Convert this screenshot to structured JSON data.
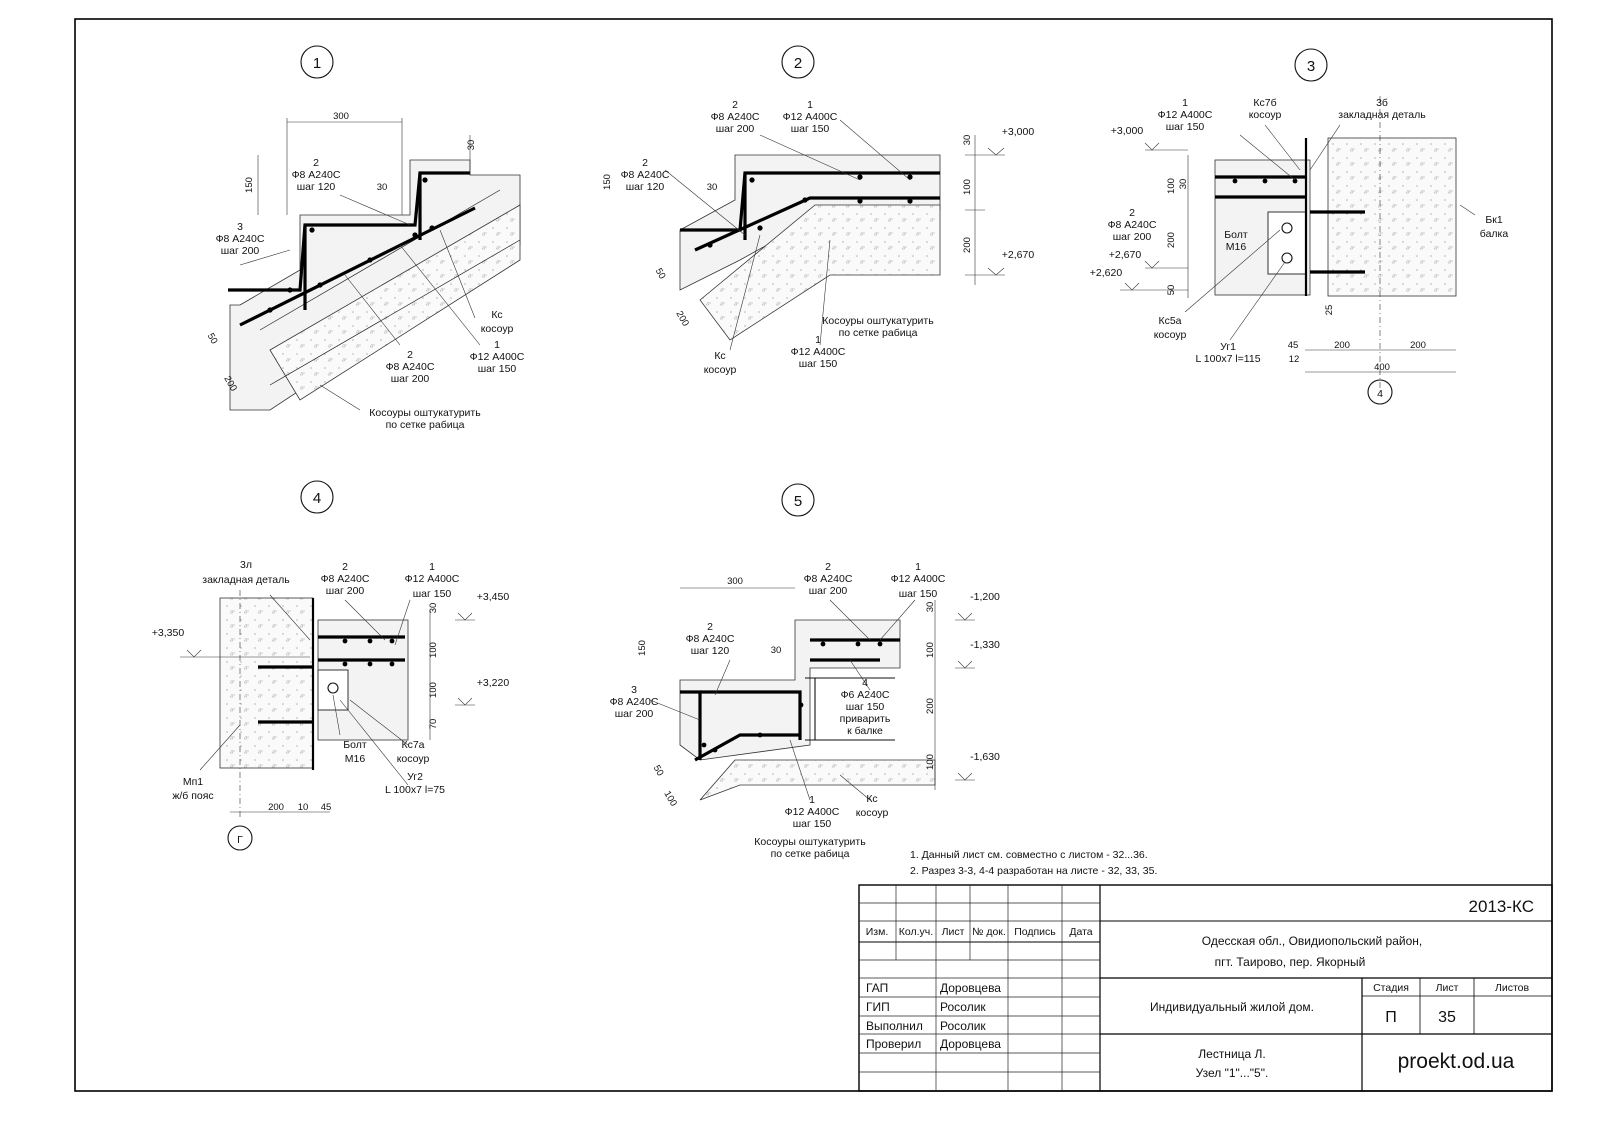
{
  "details": [
    {
      "id": "1",
      "labels": [
        {
          "k": "d300",
          "t": "300"
        },
        {
          "k": "d150",
          "t": "150"
        },
        {
          "k": "d30a",
          "t": "30"
        },
        {
          "k": "d30b",
          "t": "30"
        },
        {
          "k": "p2a",
          "t": "2"
        },
        {
          "k": "p2a1",
          "t": "Ф8 А240С"
        },
        {
          "k": "p2a2",
          "t": "шаг 120"
        },
        {
          "k": "p3",
          "t": "3"
        },
        {
          "k": "p31",
          "t": "Ф8 А240С"
        },
        {
          "k": "p32",
          "t": "шаг 200"
        },
        {
          "k": "pkc",
          "t": "Кс"
        },
        {
          "k": "pkc2",
          "t": "косоур"
        },
        {
          "k": "p1",
          "t": "1"
        },
        {
          "k": "p11",
          "t": "Ф12 А400С"
        },
        {
          "k": "p12",
          "t": "шаг 150"
        },
        {
          "k": "p2b",
          "t": "2"
        },
        {
          "k": "p2b1",
          "t": "Ф8 А240С"
        },
        {
          "k": "p2b2",
          "t": "шаг 200"
        },
        {
          "k": "d50",
          "t": "50"
        },
        {
          "k": "d200",
          "t": "200"
        },
        {
          "k": "note1",
          "t": "Косоуры оштукатурить"
        },
        {
          "k": "note2",
          "t": "по сетке рабица"
        }
      ]
    },
    {
      "id": "2",
      "labels": [
        {
          "k": "p2a",
          "t": "2"
        },
        {
          "k": "p2a1",
          "t": "Ф8 А240С"
        },
        {
          "k": "p2a2",
          "t": "шаг 200"
        },
        {
          "k": "p1a",
          "t": "1"
        },
        {
          "k": "p1a1",
          "t": "Ф12 А400С"
        },
        {
          "k": "p1a2",
          "t": "шаг 150"
        },
        {
          "k": "p2b",
          "t": "2"
        },
        {
          "k": "p2b1",
          "t": "Ф8 А240С"
        },
        {
          "k": "p2b2",
          "t": "шаг 120"
        },
        {
          "k": "d150",
          "t": "150"
        },
        {
          "k": "d30a",
          "t": "30"
        },
        {
          "k": "d30b",
          "t": "30"
        },
        {
          "k": "d100",
          "t": "100"
        },
        {
          "k": "d200v",
          "t": "200"
        },
        {
          "k": "lv1",
          "t": "+3,000"
        },
        {
          "k": "lv2",
          "t": "+2,670"
        },
        {
          "k": "d50",
          "t": "50"
        },
        {
          "k": "d200",
          "t": "200"
        },
        {
          "k": "note1",
          "t": "Косоуры оштукатурить"
        },
        {
          "k": "note2",
          "t": "по сетке рабица"
        },
        {
          "k": "pkc",
          "t": "Кс"
        },
        {
          "k": "pkc2",
          "t": "косоур"
        },
        {
          "k": "p1b",
          "t": "1"
        },
        {
          "k": "p1b1",
          "t": "Ф12 А400С"
        },
        {
          "k": "p1b2",
          "t": "шаг 150"
        }
      ]
    },
    {
      "id": "3",
      "labels": [
        {
          "k": "p1",
          "t": "1"
        },
        {
          "k": "p11",
          "t": "Ф12 А400С"
        },
        {
          "k": "p12",
          "t": "шаг 150"
        },
        {
          "k": "kc7b",
          "t": "Кс7б"
        },
        {
          "k": "kc7b2",
          "t": "косоур"
        },
        {
          "k": "zd",
          "t": "3б"
        },
        {
          "k": "zd2",
          "t": "закладная деталь"
        },
        {
          "k": "lv1",
          "t": "+3,000"
        },
        {
          "k": "d100",
          "t": "100"
        },
        {
          "k": "d30",
          "t": "30"
        },
        {
          "k": "p2",
          "t": "2"
        },
        {
          "k": "p21",
          "t": "Ф8 А240С"
        },
        {
          "k": "p22",
          "t": "шаг 200"
        },
        {
          "k": "bolt",
          "t": "Болт"
        },
        {
          "k": "bolt2",
          "t": "М16"
        },
        {
          "k": "d200v",
          "t": "200"
        },
        {
          "k": "lv2",
          "t": "+2,670"
        },
        {
          "k": "lv3",
          "t": "+2,620"
        },
        {
          "k": "d50",
          "t": "50"
        },
        {
          "k": "bk",
          "t": "Бк1"
        },
        {
          "k": "bk2",
          "t": "балка"
        },
        {
          "k": "kc5a",
          "t": "Кс5а"
        },
        {
          "k": "kc5a2",
          "t": "косоур"
        },
        {
          "k": "ug",
          "t": "Уг1"
        },
        {
          "k": "ug2",
          "t": "L 100x7 l=115"
        },
        {
          "k": "d45",
          "t": "45"
        },
        {
          "k": "d12",
          "t": "12"
        },
        {
          "k": "d25",
          "t": "25"
        },
        {
          "k": "d200a",
          "t": "200"
        },
        {
          "k": "d200b",
          "t": "200"
        },
        {
          "k": "d400",
          "t": "400"
        },
        {
          "k": "axis",
          "t": "4"
        }
      ]
    },
    {
      "id": "4",
      "labels": [
        {
          "k": "zd",
          "t": "3л"
        },
        {
          "k": "zd2",
          "t": "закладная деталь"
        },
        {
          "k": "p2",
          "t": "2"
        },
        {
          "k": "p21",
          "t": "Ф8 А240С"
        },
        {
          "k": "p22",
          "t": "шаг 200"
        },
        {
          "k": "p1",
          "t": "1"
        },
        {
          "k": "p11",
          "t": "Ф12 А400С"
        },
        {
          "k": "p12",
          "t": "шаг 150"
        },
        {
          "k": "lv1",
          "t": "+3,450"
        },
        {
          "k": "lv2",
          "t": "+3,350"
        },
        {
          "k": "lv3",
          "t": "+3,220"
        },
        {
          "k": "d30",
          "t": "30"
        },
        {
          "k": "d100a",
          "t": "100"
        },
        {
          "k": "d100b",
          "t": "100"
        },
        {
          "k": "d70",
          "t": "70"
        },
        {
          "k": "bolt",
          "t": "Болт"
        },
        {
          "k": "bolt2",
          "t": "М16"
        },
        {
          "k": "kc",
          "t": "Кс7а"
        },
        {
          "k": "kc2",
          "t": "косоур"
        },
        {
          "k": "ug",
          "t": "Уг2"
        },
        {
          "k": "ug2",
          "t": "L 100x7 l=75"
        },
        {
          "k": "mp",
          "t": "Мп1"
        },
        {
          "k": "mp2",
          "t": "ж/б пояс"
        },
        {
          "k": "d200",
          "t": "200"
        },
        {
          "k": "d10",
          "t": "10"
        },
        {
          "k": "d45",
          "t": "45"
        },
        {
          "k": "axis",
          "t": "Г"
        }
      ]
    },
    {
      "id": "5",
      "labels": [
        {
          "k": "d300",
          "t": "300"
        },
        {
          "k": "p2a",
          "t": "2"
        },
        {
          "k": "p2a1",
          "t": "Ф8 А240С"
        },
        {
          "k": "p2a2",
          "t": "шаг 200"
        },
        {
          "k": "p1a",
          "t": "1"
        },
        {
          "k": "p1a1",
          "t": "Ф12 А400С"
        },
        {
          "k": "p1a2",
          "t": "шаг 150"
        },
        {
          "k": "lv1",
          "t": "-1,200"
        },
        {
          "k": "lv2",
          "t": "-1,330"
        },
        {
          "k": "lv3",
          "t": "-1,630"
        },
        {
          "k": "d30a",
          "t": "30"
        },
        {
          "k": "d100a",
          "t": "100"
        },
        {
          "k": "d200",
          "t": "200"
        },
        {
          "k": "d100b",
          "t": "100"
        },
        {
          "k": "d150",
          "t": "150"
        },
        {
          "k": "d30b",
          "t": "30"
        },
        {
          "k": "p2b",
          "t": "2"
        },
        {
          "k": "p2b1",
          "t": "Ф8 А240С"
        },
        {
          "k": "p2b2",
          "t": "шаг 120"
        },
        {
          "k": "p3",
          "t": "3"
        },
        {
          "k": "p31",
          "t": "Ф8 А240С"
        },
        {
          "k": "p32",
          "t": "шаг 200"
        },
        {
          "k": "p4",
          "t": "4"
        },
        {
          "k": "p41",
          "t": "Ф6 А240С"
        },
        {
          "k": "p42",
          "t": "шаг 150"
        },
        {
          "k": "p43",
          "t": "приварить"
        },
        {
          "k": "p44",
          "t": "к балке"
        },
        {
          "k": "d50",
          "t": "50"
        },
        {
          "k": "d100",
          "t": "100"
        },
        {
          "k": "p1b",
          "t": "1"
        },
        {
          "k": "p1b1",
          "t": "Ф12 А400С"
        },
        {
          "k": "p1b2",
          "t": "шаг 150"
        },
        {
          "k": "kc",
          "t": "Кс"
        },
        {
          "k": "kc2",
          "t": "косоур"
        },
        {
          "k": "note1",
          "t": "Косоуры оштукатурить"
        },
        {
          "k": "note2",
          "t": "по сетке рабица"
        }
      ]
    }
  ],
  "notes": [
    "1. Данный лист см. совместно с листом - 32...36.",
    "2. Разрез 3-3, 4-4 разработан  на листе -              32, 33, 35."
  ],
  "title_block": {
    "code": "2013-КС",
    "address_line1": "Одесская обл., Овидиопольский район,",
    "address_line2": "пгт. Таирово, пер. Якорный",
    "project": "Индивидуальный жилой дом.",
    "sheet_name_line1": "Лестница Л.",
    "sheet_name_line2": "Узел \"1\"...\"5\".",
    "site": "proekt.od.ua",
    "col_headers": [
      "Изм.",
      "Кол.уч.",
      "Лист",
      "№ док.",
      "Подпись",
      "Дата"
    ],
    "stage_headers": [
      "Стадия",
      "Лист",
      "Листов"
    ],
    "stage": "П",
    "sheet_no": "35",
    "sheets_total": "",
    "roles": [
      {
        "role": "ГАП",
        "name": "Доровцева"
      },
      {
        "role": "ГИП",
        "name": "Росолик"
      },
      {
        "role": "Выполнил",
        "name": "Росолик"
      },
      {
        "role": "Проверил",
        "name": "Доровцева"
      }
    ]
  }
}
